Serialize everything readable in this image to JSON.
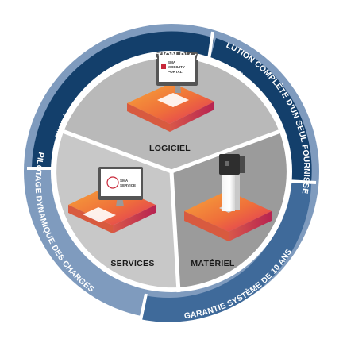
{
  "ring": {
    "top": "S'INTÈGRE DANS UNE INSTALLATION PV (EXISTANTE)",
    "right": "SOLUTION COMPLÈTE D'UN SEUL FOURNISSEUR",
    "bottom": "GARANTIE SYSTÈME DE 10 ANS",
    "left": "PILOTAGE DYNAMIQUE DES CHARGES"
  },
  "segments": {
    "software": "LOGICIEL",
    "services": "SERVICES",
    "hardware": "MATÉRIEL"
  },
  "screens": {
    "software_line1": "SMA",
    "software_line2": "MOBILITY",
    "software_line3": "PORTAL",
    "services_line1": "SMA",
    "services_line2": "SERVICE"
  },
  "colors": {
    "ring_dark": "#133f6b",
    "ring_light": "#7f9bbe",
    "platform_orange": "#f28a2e",
    "platform_pink": "#e03a5a"
  }
}
